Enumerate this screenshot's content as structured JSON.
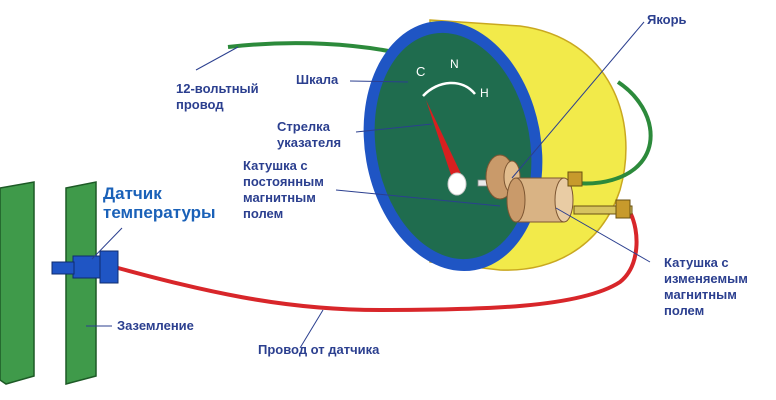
{
  "labels": {
    "wire12v": "12-вольтный\nпровод",
    "scale": "Шкала",
    "needle": "Стрелка\nуказателя",
    "armature": "Якорь",
    "coilConst": "Катушка с\nпостоянным\nмагнитным\nполем",
    "coilVar": "Катушка с\nизменяемым\nмагнитным\nполем",
    "sensor": "Датчик\nтемпературы",
    "ground": "Заземление",
    "sensorWire": "Провод от датчика"
  },
  "dial": {
    "c": "C",
    "n": "N",
    "h": "H"
  },
  "colors": {
    "label": "#2b3f8f",
    "sensor_label": "#1a61b8",
    "body": "#f2ea4a",
    "rim": "#1f55c4",
    "face": "#1f6c4e",
    "needle": "#d81f1f",
    "green_wire": "#2c8a3b",
    "red_wire": "#d8262a",
    "engine_block": "#3f9a4a"
  }
}
